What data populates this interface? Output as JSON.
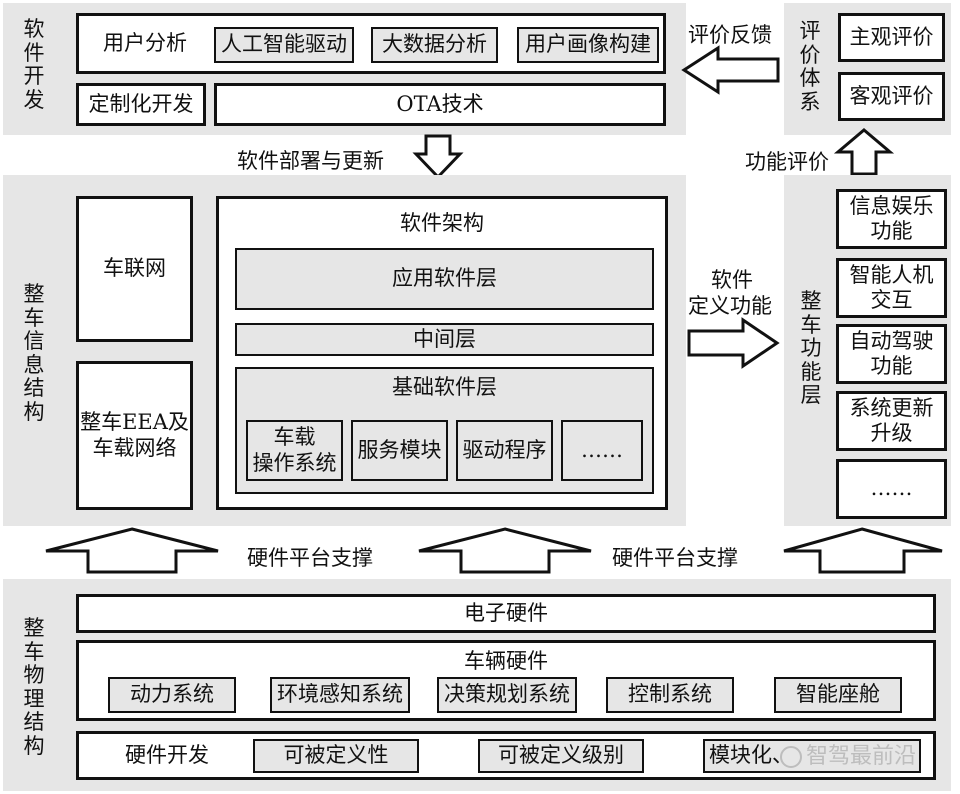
{
  "software_dev": {
    "title": "软件开发",
    "user_analysis": "用户分析",
    "ai_driven": "人工智能驱动",
    "big_data": "大数据分析",
    "user_portrait": "用户画像构建",
    "custom_dev": "定制化开发",
    "ota": "OTA技术"
  },
  "eval_system": {
    "title": "评价体系",
    "subjective": "主观评价",
    "objective": "客观评价"
  },
  "arrows": {
    "feedback": "评价反馈",
    "deploy_update": "软件部署与更新",
    "function_eval": "功能评价",
    "software_defined_line1": "软件",
    "software_defined_line2": "定义功能",
    "hw_support_left": "硬件平台支撑",
    "hw_support_right": "硬件平台支撑"
  },
  "vehicle_info": {
    "title": "整车信息结构",
    "iov": "车联网",
    "eea_line1": "整车EEA及",
    "eea_line2": "车载网络",
    "sw_arch": "软件架构",
    "app_layer": "应用软件层",
    "middle_layer": "中间层",
    "base_layer": "基础软件层",
    "os_line1": "车载",
    "os_line2": "操作系统",
    "service_module": "服务模块",
    "driver": "驱动程序",
    "more": "……"
  },
  "vehicle_func": {
    "title": "整车功能层",
    "infotainment_line1": "信息娱乐",
    "infotainment_line2": "功能",
    "hmi_line1": "智能人机",
    "hmi_line2": "交互",
    "autodrive_line1": "自动驾驶",
    "autodrive_line2": "功能",
    "sysupdate_line1": "系统更新",
    "sysupdate_line2": "升级",
    "more": "……"
  },
  "physical": {
    "title": "整车物理结构",
    "electronic_hw": "电子硬件",
    "vehicle_hw": "车辆硬件",
    "powertrain": "动力系统",
    "env_sensing": "环境感知系统",
    "decision": "决策规划系统",
    "control": "控制系统",
    "cockpit": "智能座舱",
    "hw_dev": "硬件开发",
    "definable": "可被定义性",
    "definable_level": "可被定义级别",
    "modular": "模块化、"
  },
  "watermark": "智驾最前沿"
}
